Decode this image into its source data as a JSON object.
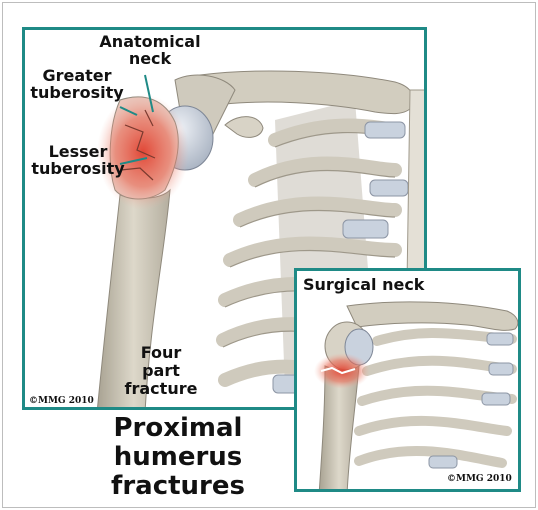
{
  "labels": {
    "anatomical_neck": [
      "Anatomical",
      "neck"
    ],
    "greater_tuberosity": [
      "Greater",
      "tuberosity"
    ],
    "lesser_tuberosity": [
      "Lesser",
      "tuberosity"
    ],
    "four_part_fracture": [
      "Four",
      "part",
      "fracture"
    ],
    "surgical_neck": "Surgical neck"
  },
  "copyright_main": "©MMG 2010",
  "copyright_inset": "©MMG 2010",
  "title_lines": [
    "Proximal",
    "humerus",
    "fractures"
  ],
  "colors": {
    "frame": "#1f8a86",
    "bone": "#d6d1c2",
    "bone_shadow": "#9e988a",
    "cartilage": "#c9d2de",
    "fracture": "#e0402f"
  }
}
